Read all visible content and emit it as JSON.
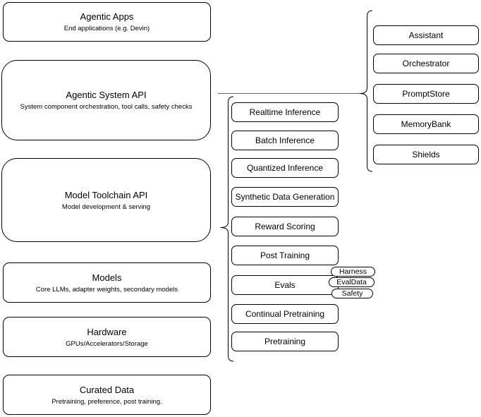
{
  "diagram": {
    "stack": [
      {
        "title": "Agentic Apps",
        "subtitle": "End applications (e.g. Devin)"
      },
      {
        "title": "Agentic System API",
        "subtitle": "System component orchestration, tool calls, safety checks"
      },
      {
        "title": "Model Toolchain API",
        "subtitle": "Model development & serving"
      },
      {
        "title": "Models",
        "subtitle": "Core LLMs, adapter weights, secondary models"
      },
      {
        "title": "Hardware",
        "subtitle": "GPUs/Accelerators/Storage"
      },
      {
        "title": "Curated Data",
        "subtitle": "Pretraining, preference, post training."
      }
    ],
    "toolchain_items": [
      "Realtime Inference",
      "Batch Inference",
      "Quantized Inference",
      "Synthetic Data Generation",
      "Reward Scoring",
      "Post Training",
      "Evals",
      "Continual Pretraining",
      "Pretraining"
    ],
    "eval_tags": [
      "Harness",
      "EvalData",
      "Safety"
    ],
    "components": [
      "Assistant",
      "Orchestrator",
      "PromptStore",
      "MemoryBank",
      "Shields"
    ],
    "colors": {
      "stroke": "#000000",
      "connector": "#666666",
      "background": "#ffffff"
    }
  }
}
